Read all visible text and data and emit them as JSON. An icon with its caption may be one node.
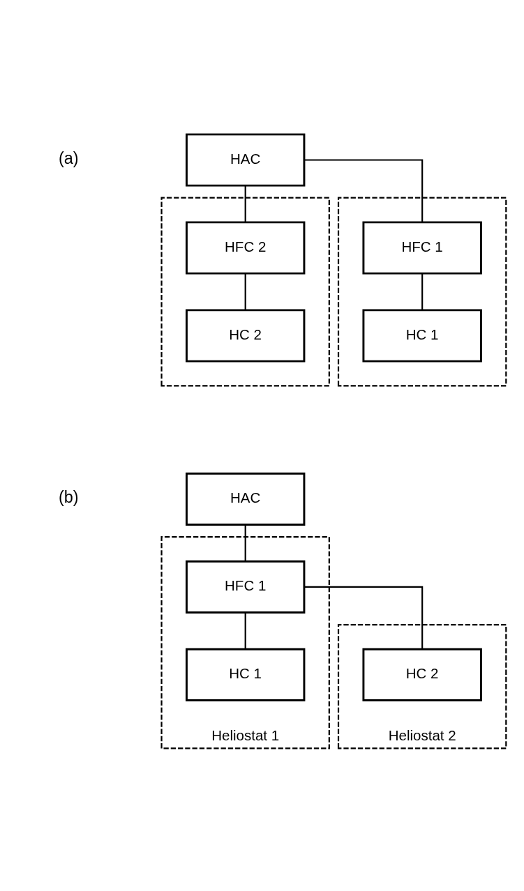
{
  "diagram": {
    "nodes": [
      {
        "text": [
          "HAC"
        ]
      },
      {
        "text": [],
        "shape": "box"
      },
      {
        "text": [
          "HFC 1"
        ],
        "in": 1
      },
      {
        "text": [
          "HC 1"
        ],
        "in": 1
      },
      {
        "text": [],
        "shape": "box"
      },
      {
        "text": [
          "HFC 2"
        ],
        "in": 4
      },
      {
        "text": [
          "HC 2"
        ],
        "in": 4
      },
      {
        "text": [
          "HAC"
        ]
      },
      {
        "text": [
          "Heliostat 1"
        ]
      },
      {
        "text": [
          "HFC 1"
        ],
        "in": 8
      },
      {
        "text": [
          "HC 1"
        ],
        "in": 8
      },
      {
        "text": [
          "Heliostat 2"
        ]
      },
      {
        "text": [
          "HC 2"
        ],
        "in": 11
      }
    ],
    "edges": [
      {
        "from": 0,
        "to": 2,
        "arrow": "none"
      },
      {
        "from": 0,
        "to": 5,
        "arrow": "none"
      },
      {
        "from": 2,
        "to": 3,
        "arrow": "none"
      },
      {
        "from": 5,
        "to": 6,
        "arrow": "none"
      },
      {
        "from": 7,
        "to": 9,
        "arrow": "none"
      },
      {
        "from": 9,
        "to": 10,
        "arrow": "none"
      },
      {
        "from": 9,
        "to": 12,
        "arrow": "none"
      }
    ],
    "labels": [
      "(a)",
      "(b)"
    ]
  }
}
